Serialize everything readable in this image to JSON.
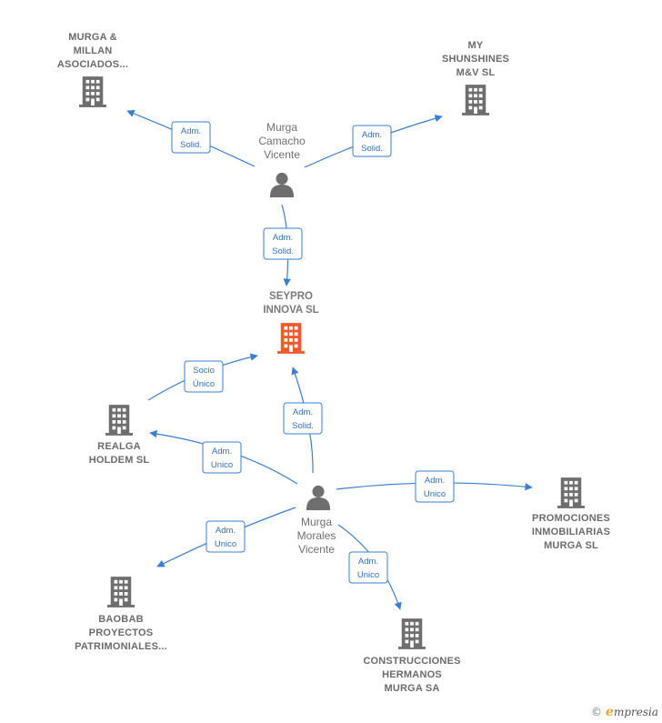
{
  "colors": {
    "edge": "#3a7fd5",
    "company": "#6e6e6e",
    "main_company": "#f05a28",
    "person": "#6e6e6e"
  },
  "nodes": [
    {
      "id": "murga_millan",
      "kind": "company",
      "lines": [
        "MURGA &",
        "MILLAN",
        "ASOCIADOS..."
      ]
    },
    {
      "id": "my_shunshines",
      "kind": "company",
      "lines": [
        "MY",
        "SHUNSHINES",
        "M&V  SL"
      ]
    },
    {
      "id": "murga_camacho",
      "kind": "person",
      "lines": [
        "Murga",
        "Camacho",
        "Vicente"
      ]
    },
    {
      "id": "seypro",
      "kind": "main",
      "lines": [
        "SEYPRO",
        "INNOVA  SL"
      ]
    },
    {
      "id": "realga",
      "kind": "company",
      "lines": [
        "REALGA",
        "HOLDEM  SL"
      ]
    },
    {
      "id": "murga_morales",
      "kind": "person",
      "lines": [
        "Murga",
        "Morales",
        "Vicente"
      ]
    },
    {
      "id": "promociones",
      "kind": "company",
      "lines": [
        "PROMOCIONES",
        "INMOBILIARIAS",
        "MURGA  SL"
      ]
    },
    {
      "id": "baobab",
      "kind": "company",
      "lines": [
        "BAOBAB",
        "PROYECTOS",
        "PATRIMONIALES..."
      ]
    },
    {
      "id": "construcciones",
      "kind": "company",
      "lines": [
        "CONSTRUCCIONES",
        "HERMANOS",
        "MURGA SA"
      ]
    }
  ],
  "edges": [
    {
      "from": "murga_camacho",
      "to": "murga_millan",
      "label": [
        "Adm.",
        "Solid."
      ]
    },
    {
      "from": "murga_camacho",
      "to": "my_shunshines",
      "label": [
        "Adm.",
        "Solid."
      ]
    },
    {
      "from": "murga_camacho",
      "to": "seypro",
      "label": [
        "Adm.",
        "Solid."
      ]
    },
    {
      "from": "realga",
      "to": "seypro",
      "label": [
        "Socio",
        "Único"
      ]
    },
    {
      "from": "murga_morales",
      "to": "seypro",
      "label": [
        "Adm.",
        "Solid."
      ]
    },
    {
      "from": "murga_morales",
      "to": "realga",
      "label": [
        "Adm.",
        "Unico"
      ]
    },
    {
      "from": "murga_morales",
      "to": "promociones",
      "label": [
        "Adm.",
        "Unico"
      ]
    },
    {
      "from": "murga_morales",
      "to": "baobab",
      "label": [
        "Adm.",
        "Unico"
      ]
    },
    {
      "from": "murga_morales",
      "to": "construcciones",
      "label": [
        "Adm.",
        "Unico"
      ]
    }
  ],
  "footer": {
    "copyright": "©",
    "brand_initial": "e",
    "brand_rest": "mpresia"
  }
}
